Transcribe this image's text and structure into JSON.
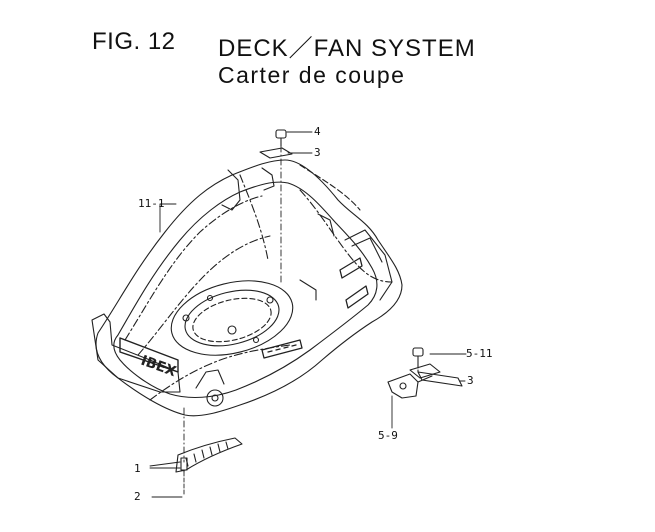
{
  "header": {
    "figure_number": "FIG. 12",
    "title": "DECK／FAN SYSTEM",
    "subtitle": "Carter de coupe"
  },
  "callouts": [
    {
      "id": "c4",
      "text": "4"
    },
    {
      "id": "c3a",
      "text": "3"
    },
    {
      "id": "c11_1",
      "text": "11-1"
    },
    {
      "id": "c5_11",
      "text": "5-11"
    },
    {
      "id": "c3b",
      "text": "3"
    },
    {
      "id": "c5_9",
      "text": "5-9"
    },
    {
      "id": "c1",
      "text": "1"
    },
    {
      "id": "c2",
      "text": "2"
    }
  ]
}
